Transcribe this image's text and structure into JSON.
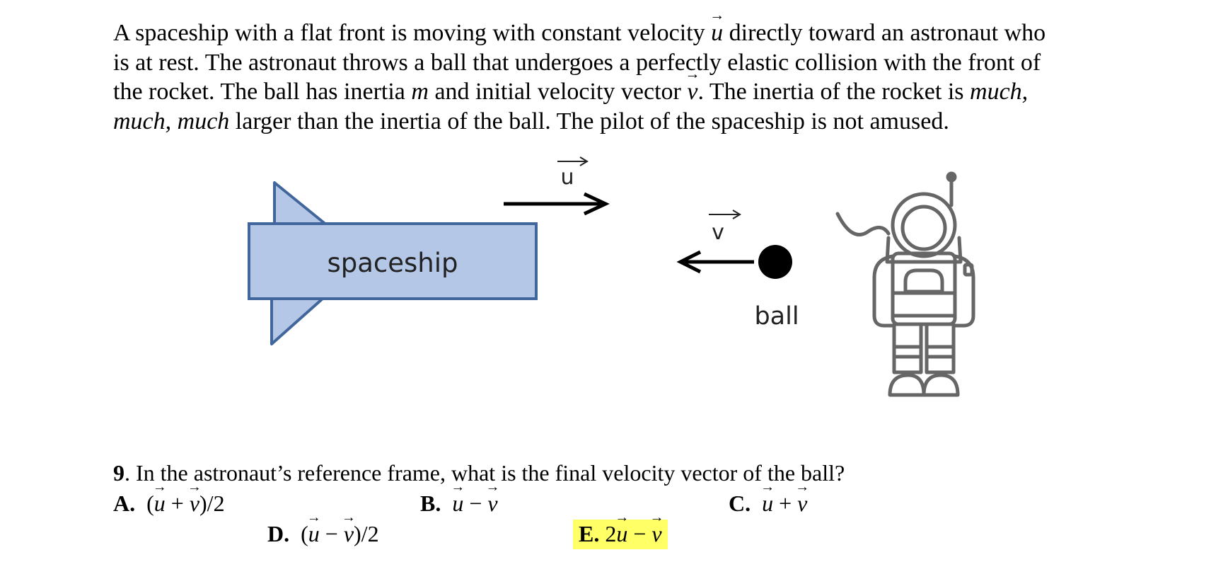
{
  "problem": {
    "p1": "A spaceship with a flat front is moving with constant velocity",
    "p1b": "directly toward an astronaut who",
    "p2": "is at rest.  The astronaut throws a ball that undergoes a perfectly elastic collision with the front of",
    "p3a": "the rocket.  The ball has inertia",
    "p3m": "m",
    "p3b": "and initial velocity vector",
    "p3c": ".  The inertia of the rocket is",
    "p3d": "much,",
    "p4a": "much, much",
    "p4b": "larger than the inertia of the ball.  The pilot of the spaceship is not amused.",
    "u": "u",
    "v": "v"
  },
  "diagram": {
    "spaceship_label": "spaceship",
    "ball_label": "ball",
    "u_label": "u",
    "v_label": "v",
    "spaceship_fill": "#b4c7e7",
    "spaceship_stroke": "#41669b",
    "astronaut_stroke": "#666666"
  },
  "question": {
    "number": "9",
    "text": ". In the astronaut’s reference frame, what is the final velocity vector of the ball?"
  },
  "options": [
    {
      "letter": "A",
      "parts": [
        "(",
        "u",
        " + ",
        "v",
        ")/2"
      ]
    },
    {
      "letter": "B",
      "parts": [
        "",
        "u",
        " − ",
        "v",
        ""
      ]
    },
    {
      "letter": "C",
      "parts": [
        "",
        "u",
        " + ",
        "v",
        ""
      ]
    },
    {
      "letter": "D",
      "parts": [
        "(",
        "u",
        " − ",
        "v",
        ")/2"
      ]
    },
    {
      "letter": "E",
      "parts": [
        "2",
        "u",
        " − ",
        "v",
        ""
      ],
      "highlight_color": "#ffff66"
    }
  ]
}
